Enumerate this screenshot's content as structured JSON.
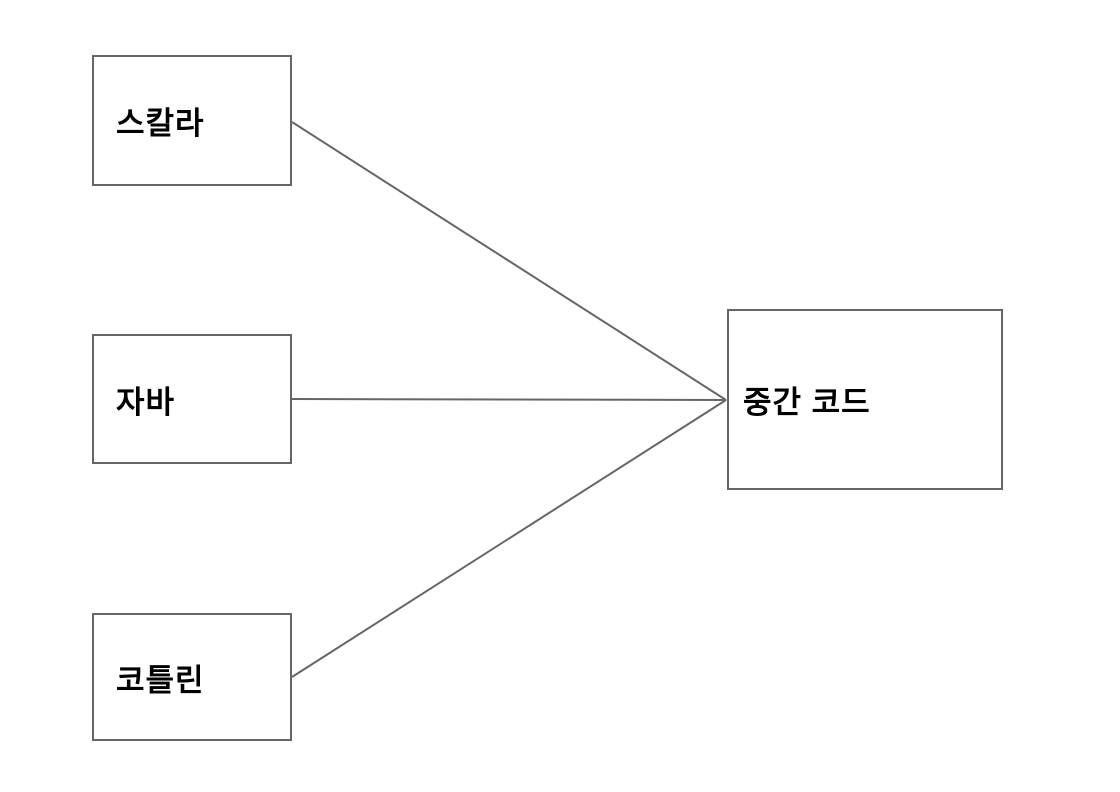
{
  "diagram": {
    "background_color": "#ffffff",
    "line_color": "#666666",
    "node_border_color": "#666666",
    "node_fill_color": "#ffffff",
    "label_color": "#000000",
    "nodes": {
      "scala": {
        "label": "스칼라"
      },
      "java": {
        "label": "자바"
      },
      "kotlin": {
        "label": "코틀린"
      },
      "intermediate": {
        "label": "중간 코드"
      }
    },
    "edges": [
      {
        "from": "스칼라",
        "to": "중간 코드"
      },
      {
        "from": "자바",
        "to": "중간 코드"
      },
      {
        "from": "코틀린",
        "to": "중간 코드"
      }
    ]
  }
}
